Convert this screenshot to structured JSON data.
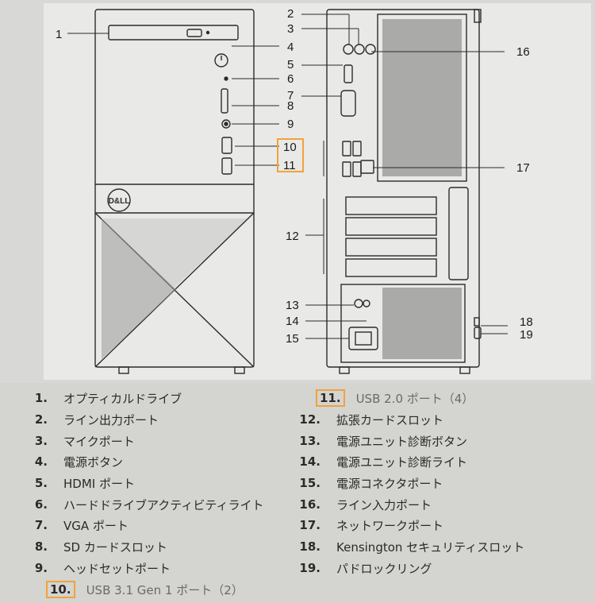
{
  "callouts": [
    "1",
    "2",
    "3",
    "4",
    "5",
    "6",
    "7",
    "8",
    "9",
    "10",
    "11",
    "12",
    "13",
    "14",
    "15",
    "16",
    "17",
    "18",
    "19"
  ],
  "logo_text": "D&LL",
  "legend": [
    {
      "num": "1.",
      "text": "オプティカルドライブ",
      "highlight": false
    },
    {
      "num": "2.",
      "text": "ライン出力ポート",
      "highlight": false
    },
    {
      "num": "3.",
      "text": "マイクポート",
      "highlight": false
    },
    {
      "num": "4.",
      "text": "電源ボタン",
      "highlight": false
    },
    {
      "num": "5.",
      "text": "HDMI ポート",
      "highlight": false
    },
    {
      "num": "6.",
      "text": "ハードドライブアクティビティライト",
      "highlight": false
    },
    {
      "num": "7.",
      "text": "VGA ポート",
      "highlight": false
    },
    {
      "num": "8.",
      "text": "SD カードスロット",
      "highlight": false
    },
    {
      "num": "9.",
      "text": "ヘッドセットポート",
      "highlight": false
    },
    {
      "num": "10.",
      "text": "USB 3.1 Gen 1 ポート（2）",
      "highlight": true
    },
    {
      "num": "11.",
      "text": "USB 2.0 ポート（4）",
      "highlight": true
    },
    {
      "num": "12.",
      "text": "拡張カードスロット",
      "highlight": false
    },
    {
      "num": "13.",
      "text": "電源ユニット診断ボタン",
      "highlight": false
    },
    {
      "num": "14.",
      "text": "電源ユニット診断ライト",
      "highlight": false
    },
    {
      "num": "15.",
      "text": "電源コネクタポート",
      "highlight": false
    },
    {
      "num": "16.",
      "text": "ライン入力ポート",
      "highlight": false
    },
    {
      "num": "17.",
      "text": "ネットワークポート",
      "highlight": false
    },
    {
      "num": "18.",
      "text": "Kensington セキュリティスロット",
      "highlight": false
    },
    {
      "num": "19.",
      "text": "パドロックリング",
      "highlight": false
    }
  ],
  "colors": {
    "highlight": "#f2a23a",
    "line": "#2b2b2b",
    "background": "#d6d6d4"
  }
}
